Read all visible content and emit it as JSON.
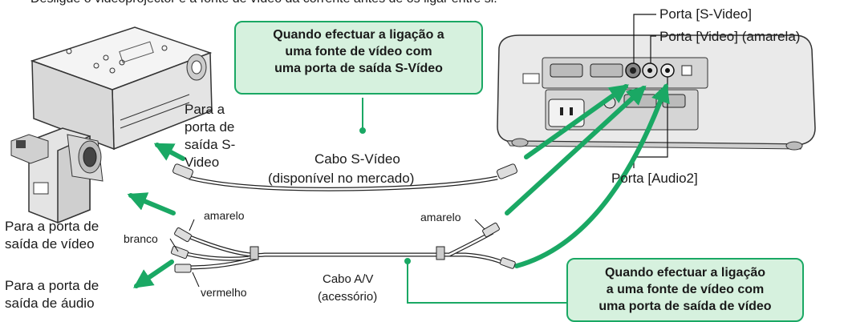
{
  "intro_text": "Desligue o videoprojector e a fonte de vídeo da corrente antes de os ligar entre si.",
  "colors": {
    "callout_fill": "#d6f1de",
    "callout_border": "#1aa864",
    "arrow_green": "#1aa864"
  },
  "ports": {
    "svideo": "Porta [S-Video]",
    "video": "Porta [Video] (amarela)",
    "audio2": "Porta [Audio2]"
  },
  "callout_svideo": {
    "line1": "Quando efectuar a ligação a",
    "line2": "uma fonte de vídeo com",
    "line3": "uma porta de saída S-Vídeo"
  },
  "callout_video": {
    "line1": "Quando efectuar a ligação",
    "line2": "a uma fonte de vídeo com",
    "line3": "uma porta de saída de vídeo"
  },
  "labels": {
    "svideo_out": {
      "l1": "Para a",
      "l2": "porta de",
      "l3": "saída S-",
      "l4": "Video"
    },
    "svideo_cable": {
      "l1": "Cabo S-Vídeo",
      "l2": "(disponível no mercado)"
    },
    "video_out": {
      "l1": "Para a porta de",
      "l2": "saída de vídeo"
    },
    "audio_out": {
      "l1": "Para a porta de",
      "l2": "saída de áudio"
    },
    "av_cable": {
      "l1": "Cabo A/V",
      "l2": "(acessório)"
    },
    "yellow_left": "amarelo",
    "yellow_right": "amarelo",
    "white": "branco",
    "red": "vermelho"
  }
}
